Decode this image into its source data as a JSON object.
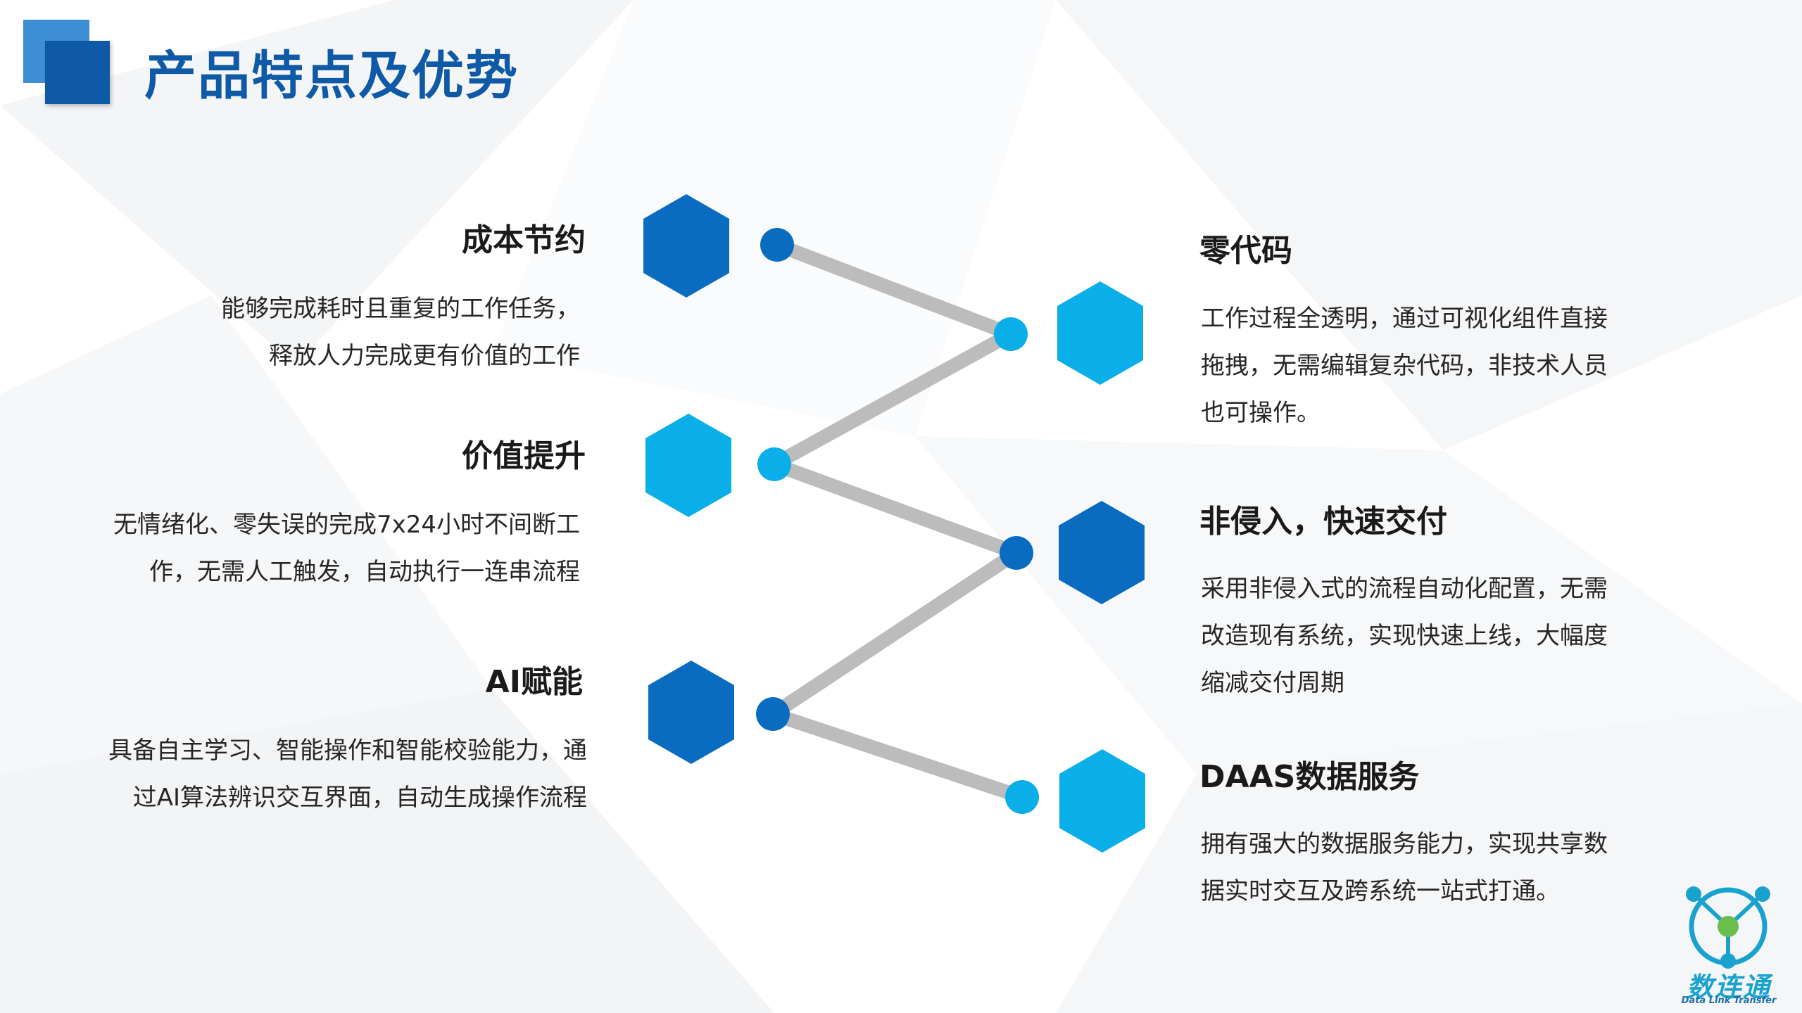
{
  "header": {
    "title": "产品特点及优势"
  },
  "colors": {
    "brand_dark": "#0e5aa7",
    "hex_dark": "#0a6cc0",
    "hex_light": "#0aaee8",
    "connector": "#bcbcbc"
  },
  "features_left": [
    {
      "title": "成本节约",
      "lines": [
        "能够完成耗时且重复的工作任务，",
        "释放人力完成更有价值的工作"
      ]
    },
    {
      "title": "价值提升",
      "lines": [
        "无情绪化、零失误的完成7x24小时不间断工",
        "作，无需人工触发，自动执行一连串流程"
      ]
    },
    {
      "title": "AI赋能",
      "lines": [
        "具备自主学习、智能操作和智能校验能力，通",
        "过AI算法辨识交互界面，自动生成操作流程"
      ]
    }
  ],
  "features_right": [
    {
      "title": "零代码",
      "lines": [
        "工作过程全透明，通过可视化组件直接",
        "拖拽，无需编辑复杂代码，非技术人员",
        "也可操作。"
      ]
    },
    {
      "title": "非侵入，快速交付",
      "lines": [
        "采用非侵入式的流程自动化配置，无需",
        "改造现有系统，实现快速上线，大幅度",
        "缩减交付周期"
      ]
    },
    {
      "title": "DAAS数据服务",
      "lines": [
        "拥有强大的数据服务能力，实现共享数",
        "据实时交互及跨系统一站式打通。"
      ]
    }
  ],
  "logo": {
    "name": "数连通",
    "tagline": "Data Link Transfer"
  }
}
